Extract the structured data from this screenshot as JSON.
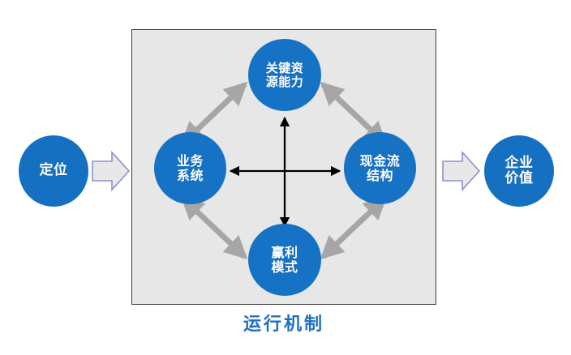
{
  "diagram": {
    "title": "运行机制",
    "type": "business-model-framework",
    "colors": {
      "circle_blue": "#1572c4",
      "outer_circle_blue": "#1670c2",
      "box_fill": "#e7e7e7",
      "box_border": "#3e3e3e",
      "gray_arrow": "#a6a6a6",
      "black_arrow": "#000000",
      "block_arrow_fill": "#e8e8e8",
      "block_arrow_border": "#8a94c8",
      "caption_blue": "#1f6fc4"
    }
  },
  "input_node": {
    "name": "positioning",
    "lines": [
      "定位"
    ]
  },
  "output_node": {
    "name": "enterprise-value",
    "lines": [
      "企业",
      "价值"
    ]
  },
  "mechanism": {
    "caption": "运行机制",
    "nodes": [
      {
        "name": "key-resources",
        "position": "top",
        "lines": [
          "关键资",
          "源能力"
        ]
      },
      {
        "name": "business-system",
        "position": "left",
        "lines": [
          "业务",
          "系统"
        ]
      },
      {
        "name": "cashflow-structure",
        "position": "right",
        "lines": [
          "现金流",
          "结构"
        ]
      },
      {
        "name": "profit-model",
        "position": "bottom",
        "lines": [
          "赢利",
          "模式"
        ]
      }
    ],
    "connections": [
      {
        "from": "business-system",
        "to": "key-resources",
        "style": "gray-double-arrow"
      },
      {
        "from": "key-resources",
        "to": "cashflow-structure",
        "style": "gray-double-arrow"
      },
      {
        "from": "business-system",
        "to": "profit-model",
        "style": "gray-double-arrow"
      },
      {
        "from": "profit-model",
        "to": "cashflow-structure",
        "style": "gray-double-arrow"
      },
      {
        "from": "business-system",
        "to": "cashflow-structure",
        "style": "black-double-arrow-horizontal"
      },
      {
        "from": "key-resources",
        "to": "profit-model",
        "style": "black-double-arrow-vertical"
      }
    ]
  },
  "flow_arrows": [
    {
      "name": "arrow-positioning-to-mechanism",
      "direction": "right"
    },
    {
      "name": "arrow-mechanism-to-value",
      "direction": "right"
    }
  ]
}
